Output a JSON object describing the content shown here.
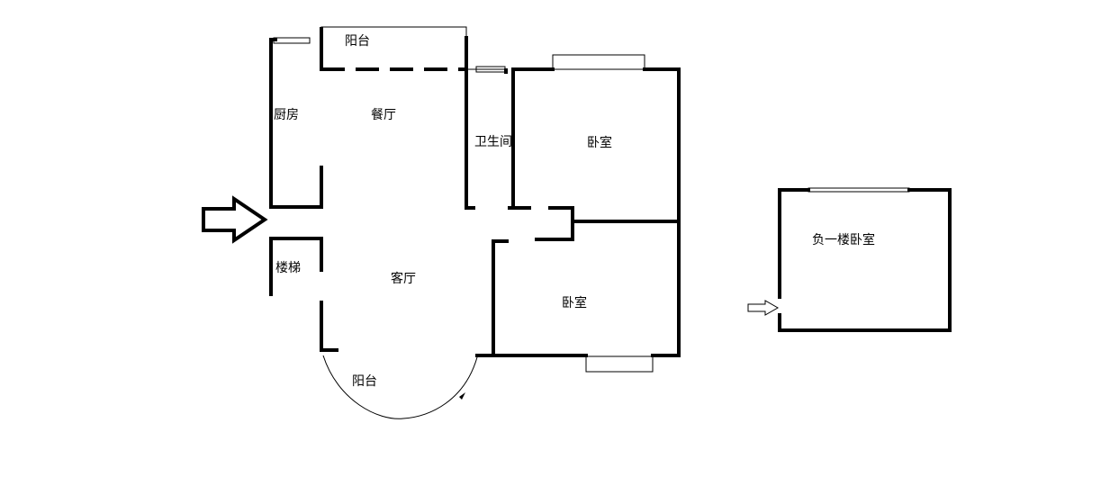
{
  "floor_plan": {
    "rooms": {
      "balcony_top": "阳台",
      "kitchen": "厨房",
      "dining": "餐厅",
      "bathroom": "卫生间",
      "bedroom_upper": "卧室",
      "stairs": "楼梯",
      "living": "客厅",
      "bedroom_lower": "卧室",
      "balcony_bottom": "阳台"
    },
    "basement": {
      "bedroom": "负一楼卧室"
    }
  },
  "colors": {
    "wall": "#000000",
    "window": "#000000",
    "background": "#ffffff"
  },
  "icons": {
    "entrance": "entrance-arrow-icon",
    "basement_entrance": "basement-entrance-arrow-icon"
  }
}
